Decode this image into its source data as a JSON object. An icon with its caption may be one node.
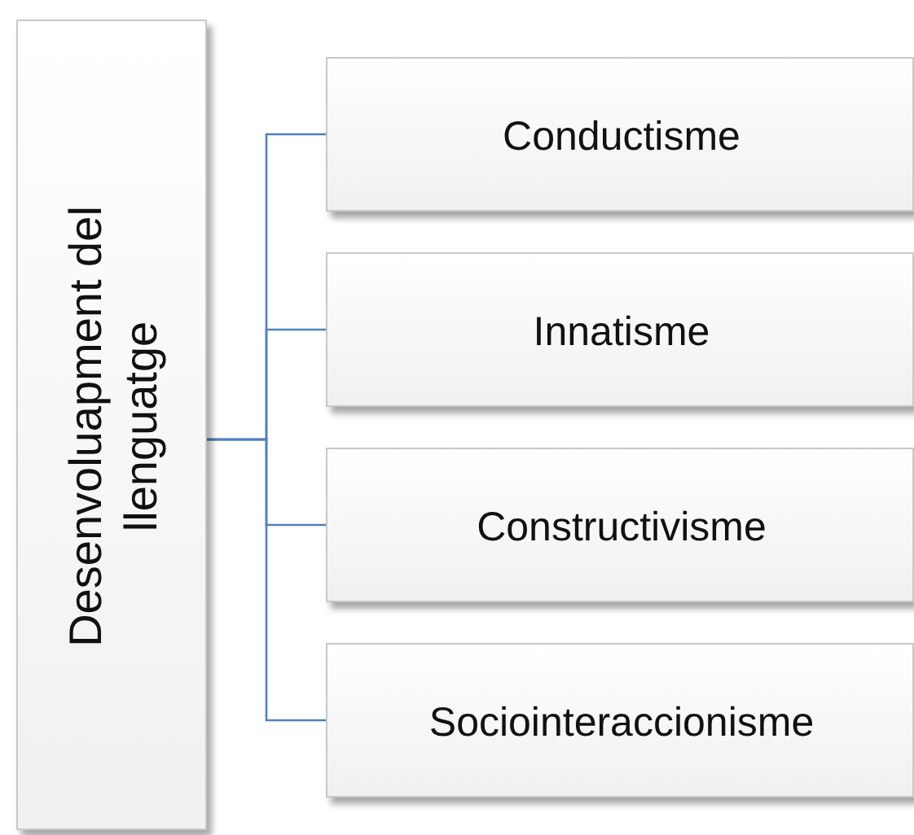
{
  "diagram": {
    "nodes": [
      {
        "text": [
          "Desenvoluapment del llenguatge"
        ]
      },
      {
        "text": [
          "Conductisme"
        ]
      },
      {
        "text": [
          "Innatisme"
        ]
      },
      {
        "text": [
          "Constructivisme"
        ]
      },
      {
        "text": [
          "Sociointeraccionisme"
        ]
      }
    ],
    "edges": [
      {
        "from": 0,
        "to": 1,
        "arrow": "none"
      },
      {
        "from": 0,
        "to": 2,
        "arrow": "none"
      },
      {
        "from": 0,
        "to": 3,
        "arrow": "none"
      },
      {
        "from": 0,
        "to": 4,
        "arrow": "none"
      }
    ]
  }
}
